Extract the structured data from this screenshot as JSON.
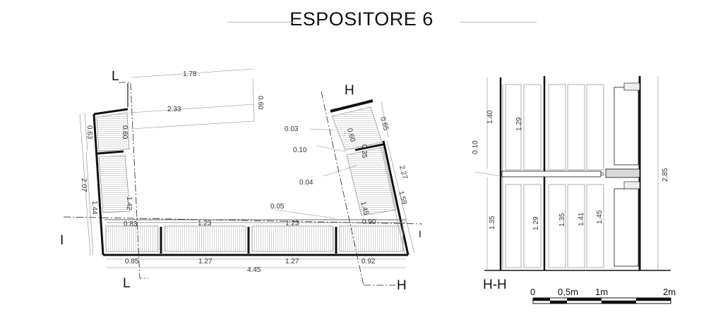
{
  "title": "ESPOSITORE 6",
  "plan": {
    "section_marks": {
      "l_top": "L",
      "l_bottom": "L",
      "h_top": "H",
      "h_bottom": "H",
      "i_left": "I",
      "i_right": "I"
    },
    "dims": {
      "top_178": "1.78",
      "right_060": "0.60",
      "top_233": "2.33",
      "left_063": "0.63",
      "shelf_060": "0.60",
      "left_207": "2.07",
      "left_144": "1.44",
      "inner_142": "1.42",
      "left_083": "0.83",
      "mid_123a": "1.23",
      "mid_123b": "1.23",
      "mid_005": "0.05",
      "right_090": "0.90",
      "bot_085": "0.85",
      "bot_127a": "1.27",
      "bot_127b": "1.27",
      "bot_092": "0.92",
      "bot_445": "4.45",
      "h_003": "0.03",
      "h_010": "0.10",
      "h_004": "0.04",
      "h_060": "0.60",
      "h_035": "0.35",
      "h_065": "0.65",
      "h_227": "2.27",
      "h_159": "1.59",
      "h_145": "1.45"
    }
  },
  "elevation": {
    "label": "H-H",
    "dims": {
      "left_140": "1.40",
      "left_010": "0.10",
      "left_135": "1.35",
      "up_129": "1.29",
      "lo_129": "1.29",
      "lo_135": "1.35",
      "lo_141": "1.41",
      "lo_145": "1.45",
      "right_285": "2.85"
    }
  },
  "scale_bar": {
    "labels": [
      "0",
      "0,5m",
      "1m",
      "2m"
    ]
  }
}
